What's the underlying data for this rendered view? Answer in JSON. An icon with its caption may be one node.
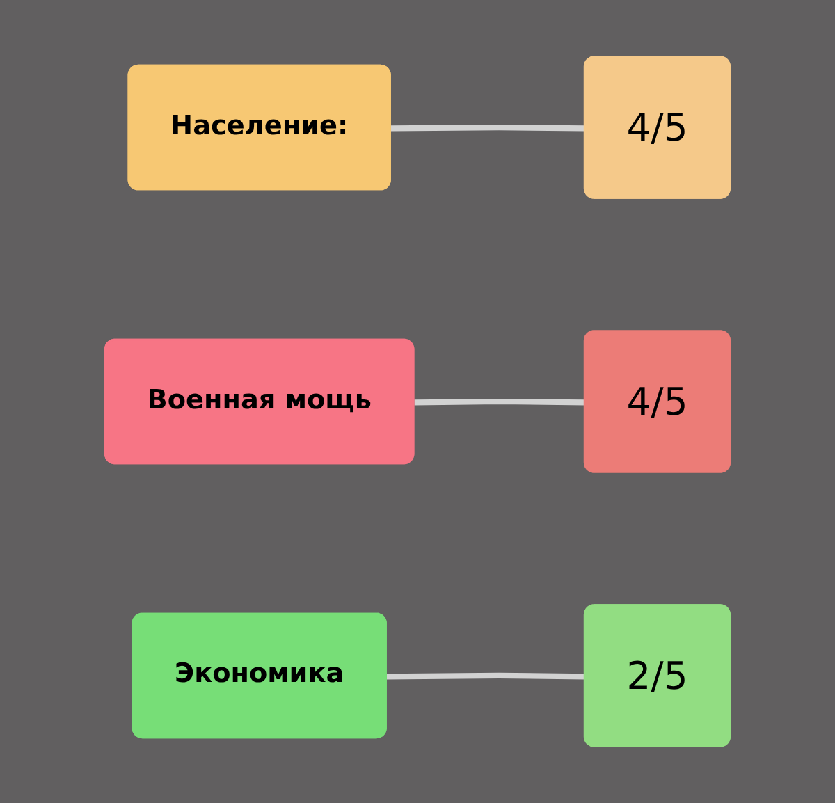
{
  "diagram": {
    "nodes": [
      {
        "text": [
          "Население:"
        ]
      },
      {
        "text": [
          "4/5"
        ]
      },
      {
        "text": [
          "Военная мощь"
        ]
      },
      {
        "text": [
          "4/5"
        ]
      },
      {
        "text": [
          "Экономика"
        ]
      },
      {
        "text": [
          "2/5"
        ]
      }
    ],
    "edges": [
      {
        "from": 0,
        "to": 1,
        "arrow": "none"
      },
      {
        "from": 2,
        "to": 3,
        "arrow": "none"
      },
      {
        "from": 4,
        "to": 5,
        "arrow": "none"
      }
    ]
  }
}
